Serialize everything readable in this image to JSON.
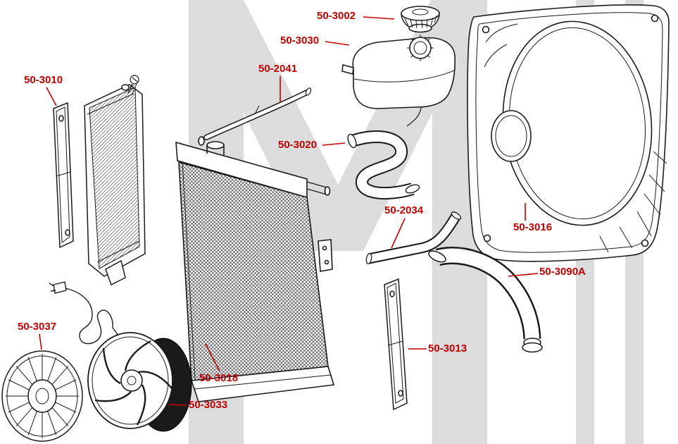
{
  "diagram": {
    "background": "#ffffff",
    "label_color": "#c00000",
    "line_color": "#1a1a1a",
    "watermark_color": "#dcdcdc",
    "labels": [
      {
        "text": "50-3002",
        "part": "radiator-cap"
      },
      {
        "text": "50-3030",
        "part": "expansion-tank"
      },
      {
        "text": "50-2041",
        "part": "overflow-hose"
      },
      {
        "text": "50-3010",
        "part": "mounting-bracket-left"
      },
      {
        "text": "50-3020",
        "part": "upper-radiator-hose"
      },
      {
        "text": "50-2034",
        "part": "connector-hose"
      },
      {
        "text": "50-3016",
        "part": "fan-shroud"
      },
      {
        "text": "50-3090A",
        "part": "lower-radiator-hose"
      },
      {
        "text": "50-3013",
        "part": "mounting-bracket-right"
      },
      {
        "text": "50-3037",
        "part": "fan-guard"
      },
      {
        "text": "50-3018",
        "part": "radiator"
      },
      {
        "text": "50-3033",
        "part": "electric-fan"
      }
    ]
  }
}
